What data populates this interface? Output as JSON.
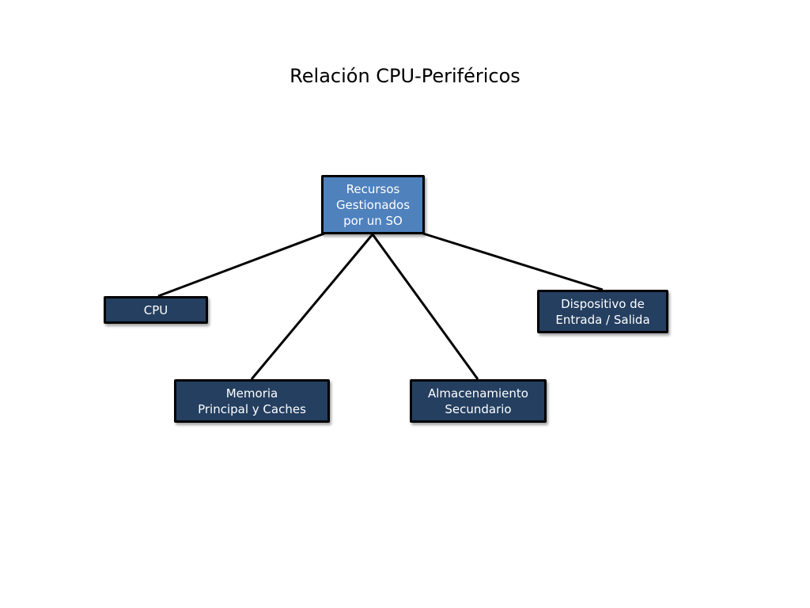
{
  "title": "Relación CPU-Periféricos",
  "colors": {
    "root_fill": "#4f81bd",
    "child_fill": "#243f60",
    "border": "#000000",
    "text": "#ffffff"
  },
  "nodes": {
    "root": "Recursos\nGestionados\npor un SO",
    "cpu": "CPU",
    "memory": "Memoria\nPrincipal y Caches",
    "storage": "Almacenamiento\nSecundario",
    "io": "Dispositivo de\nEntrada / Salida"
  }
}
